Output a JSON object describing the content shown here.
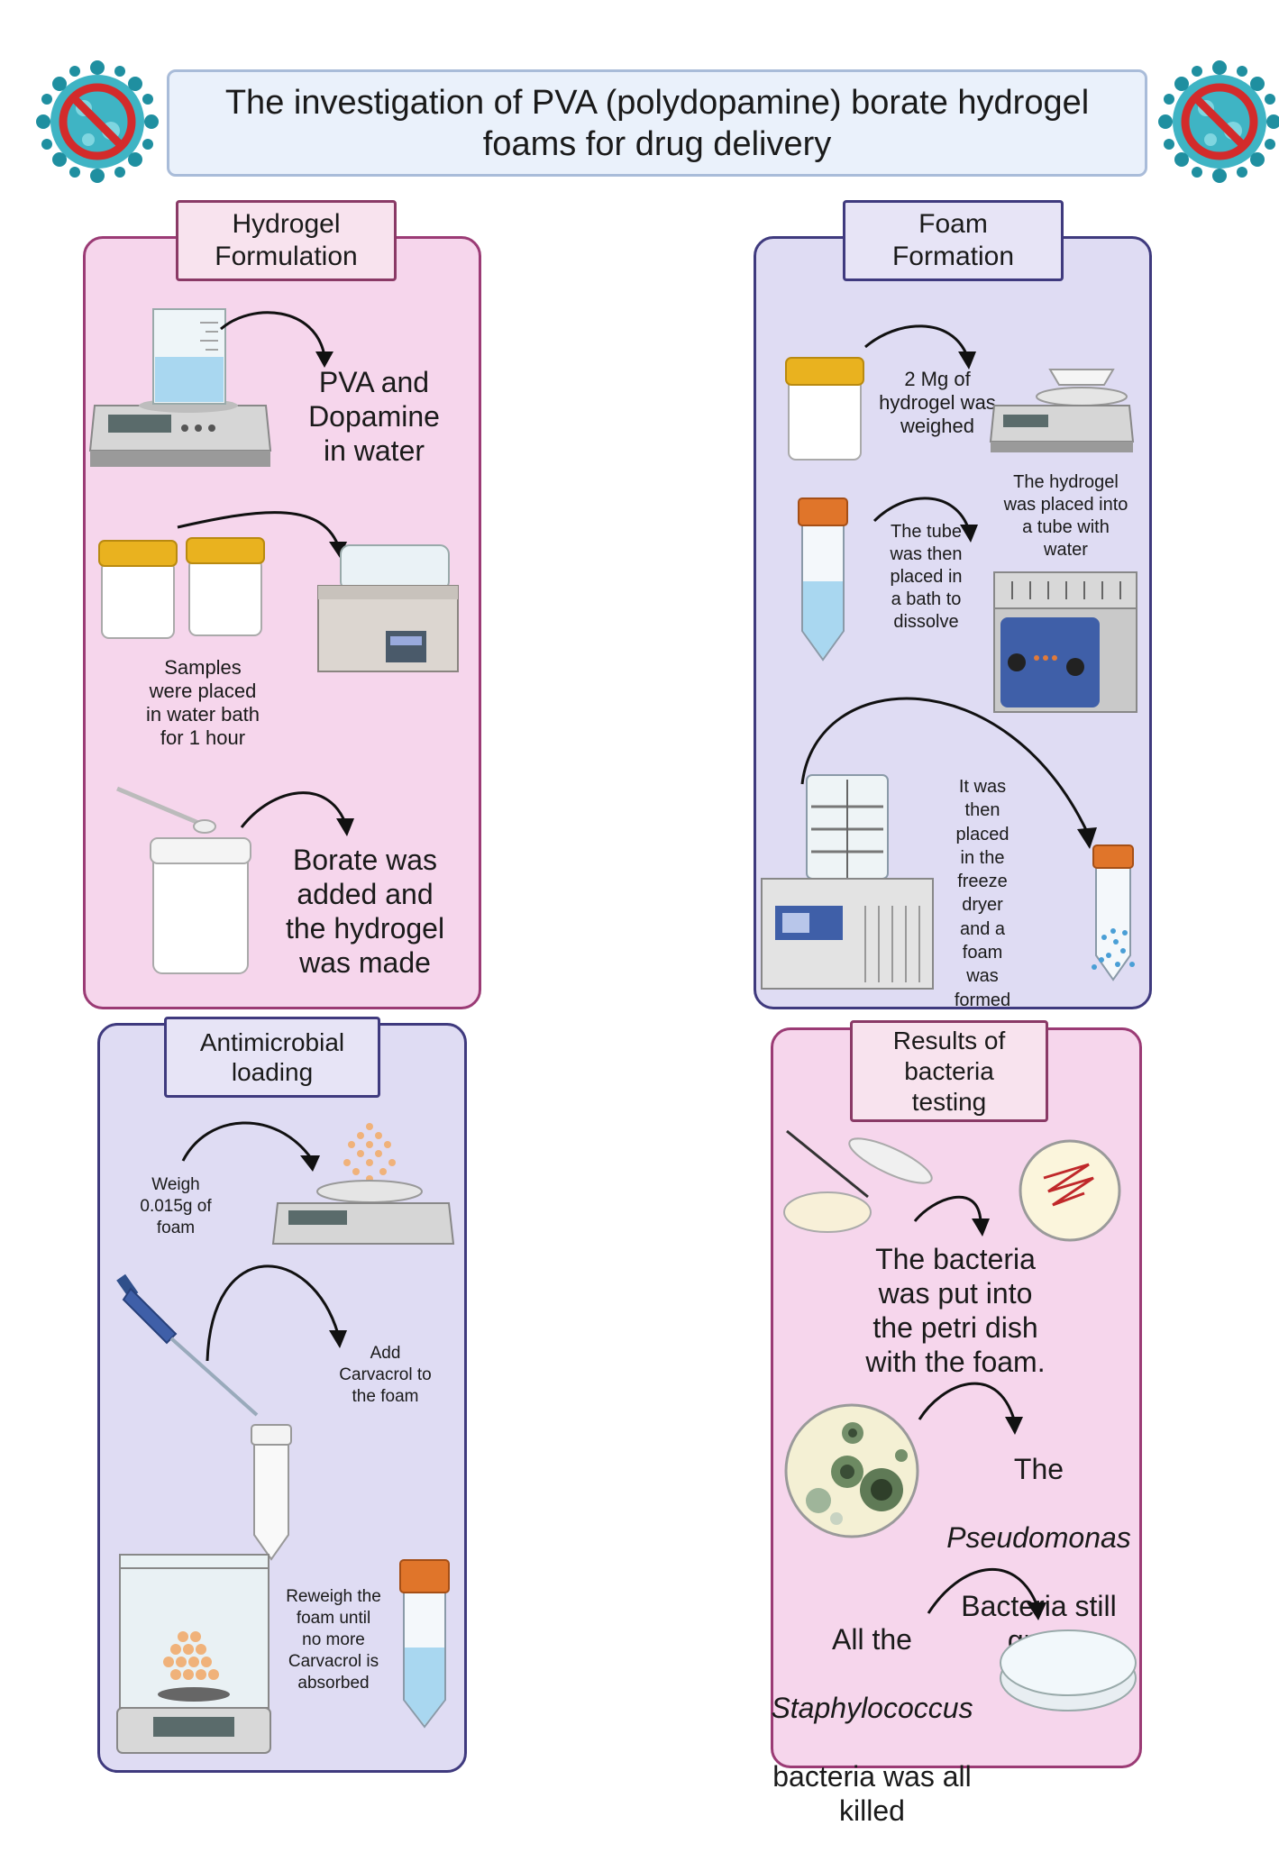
{
  "title": "The investigation of PVA (polydopamine) borate hydrogel foams for drug delivery",
  "panels": {
    "hydrogel": {
      "header": "Hydrogel\nFormulation",
      "step1": "PVA and\nDopamine\nin water",
      "step2": "Samples\nwere placed\nin water bath\nfor 1 hour",
      "step3": "Borate was\nadded and\nthe hydrogel\nwas made"
    },
    "foam": {
      "header": "Foam\nFormation",
      "step1": "2 Mg of\nhydrogel was\nweighed",
      "step2a": "The tube\nwas then\nplaced in\na bath to\ndissolve",
      "step2b": "The hydrogel\nwas placed into\na tube with\nwater",
      "step3": "It was\nthen\nplaced\nin the\nfreeze\ndryer\nand a\nfoam\nwas\nformed"
    },
    "antimicrobial": {
      "header": "Antimicrobial\nloading",
      "step1": "Weigh\n0.015g of\nfoam",
      "step2": "Add\nCarvacrol to\nthe foam",
      "step3": "Reweigh the\nfoam until\nno more\nCarvacrol is\nabsorbed"
    },
    "results": {
      "header": "Results of\nbacteria\ntesting",
      "step1": "The bacteria\nwas put into\nthe petri dish\nwith the foam.",
      "step2_line1": "The",
      "step2_species": "Pseudomonas",
      "step2_rest": "Bacteria still\ngrew",
      "step3_line1": "All the",
      "step3_species": "Staphylococcus",
      "step3_rest": "bacteria was all\nkilled"
    }
  },
  "colors": {
    "pink_panel": "#f6d6ec",
    "pink_border": "#9b3b75",
    "lavender_panel": "#dfdcf3",
    "lavender_border": "#3f3a7e",
    "title_bg": "#eaf1fb",
    "title_border": "#a9bcd9",
    "cap_yellow": "#e9b21f",
    "cap_orange": "#e0752a",
    "liquid_blue": "#a9d7f0"
  },
  "icons": [
    "virus-prohibited-icon",
    "beaker-icon",
    "scale-icon",
    "sample-jar-icon",
    "water-bath-icon",
    "spatula-icon",
    "falcon-tube-icon",
    "ultrasonic-bath-icon",
    "freeze-dryer-icon",
    "pipette-icon",
    "analytical-balance-icon",
    "petri-dish-icon",
    "arrow-icon"
  ]
}
